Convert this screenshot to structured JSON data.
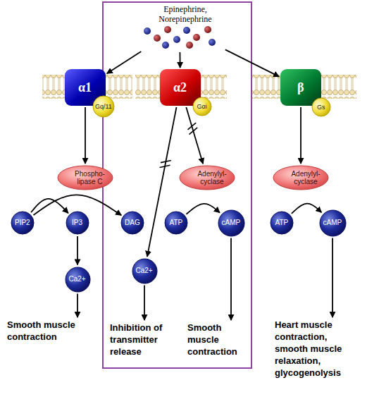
{
  "diagram": {
    "nodes": [
      {
        "text": [
          "Epinephrine, Norepinephrine"
        ]
      },
      {
        "text": [
          "α1"
        ]
      },
      {
        "text": [
          "Gq/11"
        ]
      },
      {
        "text": [
          "α2"
        ]
      },
      {
        "text": [
          "Gαi"
        ]
      },
      {
        "text": [
          "β"
        ]
      },
      {
        "text": [
          "Gs"
        ]
      },
      {
        "text": [
          "Phospho- lipase C"
        ]
      },
      {
        "text": [
          "Adenylyl- cyclase"
        ]
      },
      {
        "text": [
          "Adenylyl- cyclase"
        ]
      },
      {
        "text": [
          "PIP2"
        ]
      },
      {
        "text": [
          "IP3"
        ]
      },
      {
        "text": [
          "DAG"
        ]
      },
      {
        "text": [
          "ATP"
        ]
      },
      {
        "text": [
          "cAMP"
        ]
      },
      {
        "text": [
          "ATP"
        ]
      },
      {
        "text": [
          "cAMP"
        ]
      },
      {
        "text": [
          "Ca2+"
        ]
      },
      {
        "text": [
          "Ca2+"
        ]
      },
      {
        "text": [
          "Smooth muscle contraction"
        ]
      },
      {
        "text": [
          "Inhibition of transmitter release"
        ]
      },
      {
        "text": [
          "Smooth muscle contraction"
        ]
      },
      {
        "text": [
          "Heart muscle contraction, smooth muscle relaxation, glycogenolysis"
        ]
      }
    ],
    "edges": [
      {
        "from": 0,
        "to": 1,
        "arrow": "to"
      },
      {
        "from": 0,
        "to": 3,
        "arrow": "to"
      },
      {
        "from": 0,
        "to": 5,
        "arrow": "to"
      },
      {
        "from": 1,
        "to": 7,
        "arrow": "to"
      },
      {
        "from": 10,
        "to": 11,
        "arrow": "to"
      },
      {
        "from": 10,
        "to": 12,
        "arrow": "to"
      },
      {
        "from": 11,
        "to": 17,
        "arrow": "to"
      },
      {
        "from": 17,
        "to": 19,
        "arrow": "to"
      },
      {
        "from": 3,
        "to": 18,
        "arrow": "to"
      },
      {
        "from": 3,
        "to": 8,
        "arrow": "to"
      },
      {
        "from": 13,
        "to": 14,
        "arrow": "to"
      },
      {
        "from": 14,
        "to": 21,
        "arrow": "to"
      },
      {
        "from": 18,
        "to": 20,
        "arrow": "to"
      },
      {
        "from": 5,
        "to": 9,
        "arrow": "to"
      },
      {
        "from": 15,
        "to": 16,
        "arrow": "to"
      },
      {
        "from": 16,
        "to": 22,
        "arrow": "to"
      }
    ]
  }
}
